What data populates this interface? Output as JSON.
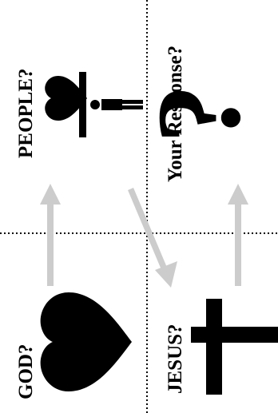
{
  "labels": {
    "god": "GOD?",
    "people": "PEOPLE?",
    "jesus": "JESUS?",
    "response": "Your Response?"
  },
  "glyphs": {
    "response_mark": "?"
  },
  "colors": {
    "ink": "#000000",
    "arrow": "#cccccc",
    "background": "#ffffff"
  }
}
